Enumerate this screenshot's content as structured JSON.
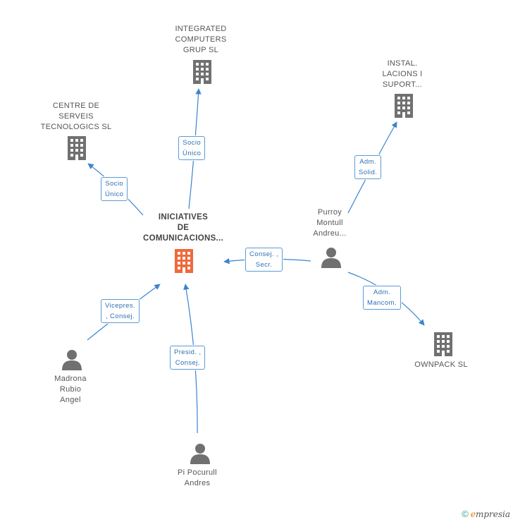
{
  "colors": {
    "building": "#707070",
    "building_main": "#ee6a3c",
    "person": "#707070",
    "edge": "#3b83d0"
  },
  "nodes": {
    "main": {
      "lines": [
        "INICIATIVES",
        "DE",
        "COMUNICACIONS..."
      ],
      "icon": "building-icon"
    },
    "integrated": {
      "lines": [
        "INTEGRATED",
        "COMPUTERS",
        "GRUP SL"
      ],
      "icon": "building-icon"
    },
    "centre": {
      "lines": [
        "CENTRE DE",
        "SERVEIS",
        "TECNOLOGICS SL"
      ],
      "icon": "building-icon"
    },
    "instal": {
      "lines": [
        "INSTAL.",
        "LACIONS I",
        "SUPORT..."
      ],
      "icon": "building-icon"
    },
    "ownpack": {
      "lines": [
        "OWNPACK SL"
      ],
      "icon": "building-icon"
    },
    "purroy": {
      "lines": [
        "Purroy",
        "Montull",
        "Andreu..."
      ],
      "icon": "person-icon"
    },
    "madrona": {
      "lines": [
        "Madrona",
        "Rubio",
        "Angel"
      ],
      "icon": "person-icon"
    },
    "pi": {
      "lines": [
        "Pi Pocurull",
        "Andres"
      ],
      "icon": "person-icon"
    }
  },
  "edges": {
    "main_integrated": {
      "lines": [
        "Socio",
        "Único"
      ]
    },
    "main_centre": {
      "lines": [
        "Socio",
        "Único"
      ]
    },
    "purroy_instal": {
      "lines": [
        "Adm.",
        "Solid."
      ]
    },
    "purroy_main": {
      "lines": [
        "Consej. ,",
        "Secr."
      ]
    },
    "purroy_ownpack": {
      "lines": [
        "Adm.",
        "Mancom."
      ]
    },
    "madrona_main": {
      "lines": [
        "Vicepres.",
        ", Consej."
      ]
    },
    "pi_main": {
      "lines": [
        "Presid. ,",
        "Consej."
      ]
    }
  },
  "footer": {
    "copyright": "©",
    "brand_first": "e",
    "brand_rest": "mpresia"
  }
}
